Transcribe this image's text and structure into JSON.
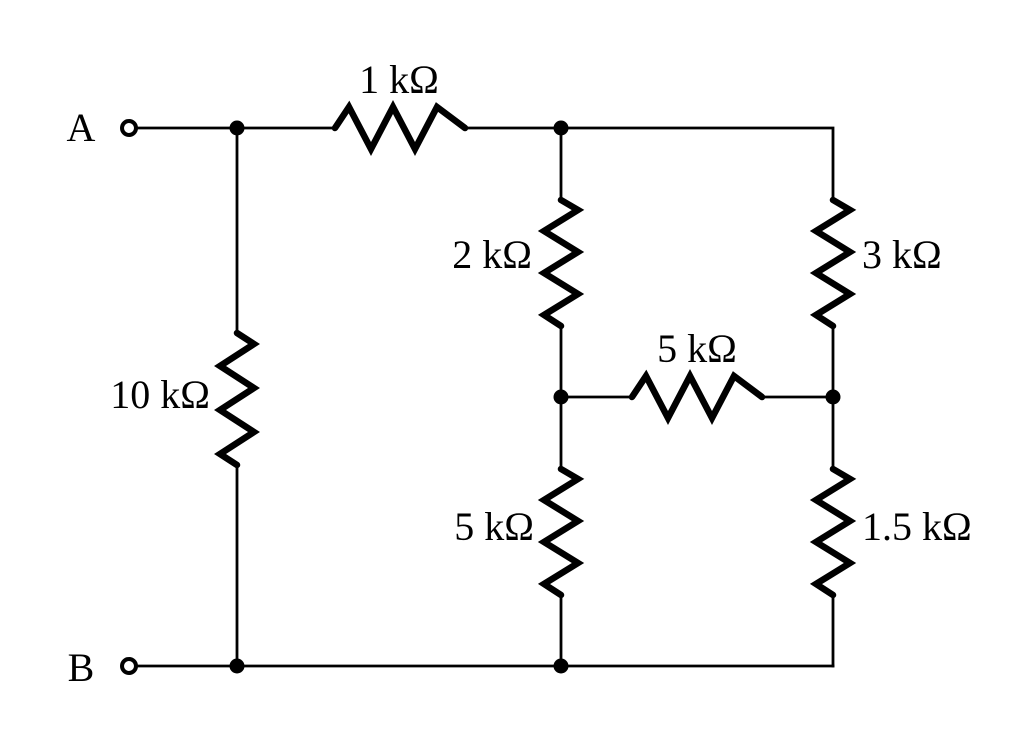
{
  "diagram": {
    "type": "circuit-schematic",
    "terminals": {
      "a": {
        "label": "A"
      },
      "b": {
        "label": "B"
      }
    },
    "resistors": {
      "r1": {
        "label": "1 kΩ",
        "orientation": "horizontal",
        "position": "top branch between node A and middle column"
      },
      "r10": {
        "label": "10 kΩ",
        "orientation": "vertical",
        "position": "left branch between top and bottom rails"
      },
      "r2": {
        "label": "2 kΩ",
        "orientation": "vertical",
        "position": "middle column, upper"
      },
      "r3": {
        "label": "3 kΩ",
        "orientation": "vertical",
        "position": "right column, upper"
      },
      "r5h": {
        "label": "5 kΩ",
        "orientation": "horizontal",
        "position": "middle row between middle and right columns"
      },
      "r5v": {
        "label": "5 kΩ",
        "orientation": "vertical",
        "position": "middle column, lower"
      },
      "r15": {
        "label": "1.5 kΩ",
        "orientation": "vertical",
        "position": "right column, lower"
      }
    },
    "colors": {
      "ink": "#000000",
      "background": "#ffffff"
    }
  }
}
